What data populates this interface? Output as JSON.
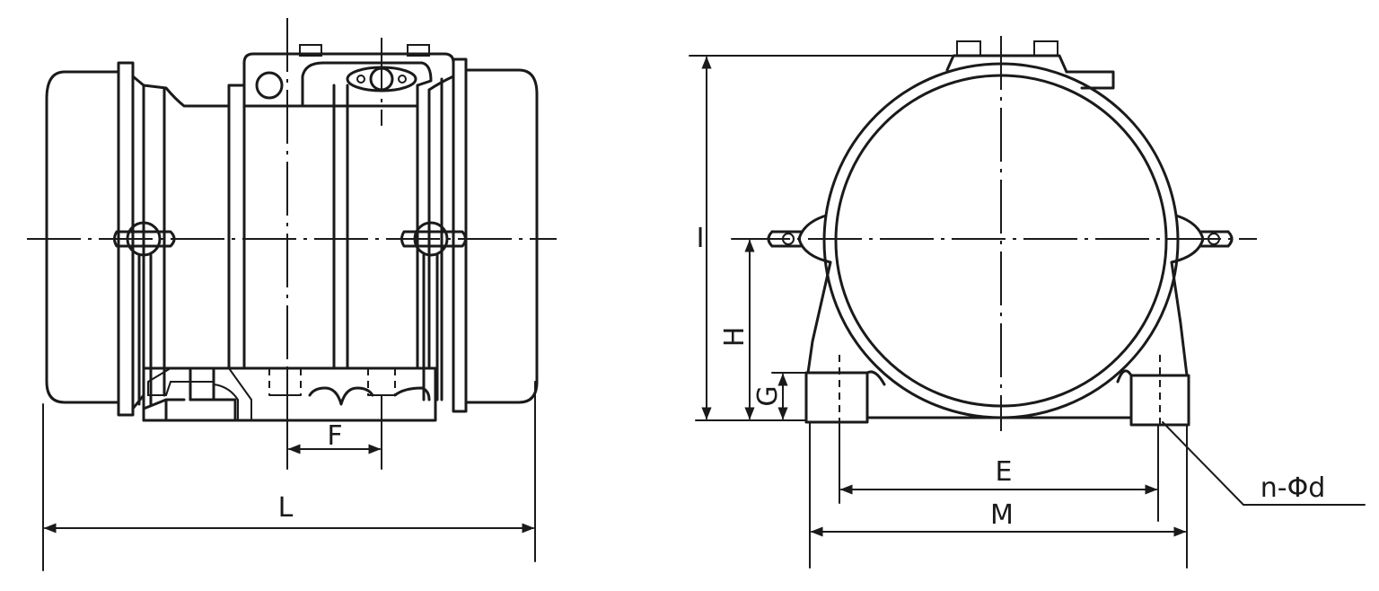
{
  "labels": {
    "F": "F",
    "L": "L",
    "I": "I",
    "H": "H",
    "G": "G",
    "E": "E",
    "M": "M",
    "hole": "n-Φd"
  }
}
